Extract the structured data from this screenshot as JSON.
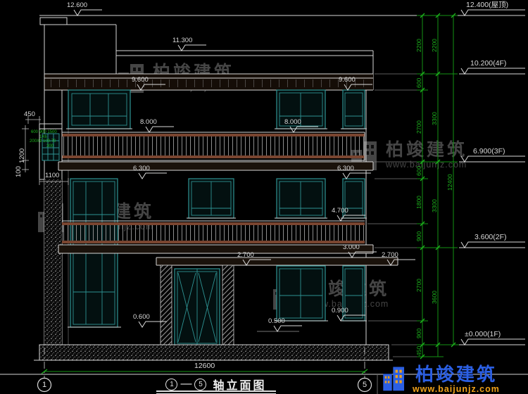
{
  "colors": {
    "teal": "#2e9292",
    "dim_green": "#1db41d",
    "line_white": "#d6d6d6",
    "rail_brown": "#7a4530",
    "logo_blue": "#2b5fe3",
    "logo_yellow": "#f0a21a",
    "watermark_gray": "#575757"
  },
  "watermark": {
    "name": "柏竣建筑",
    "url": "www.baijunjz.com"
  },
  "logo": {
    "name": "柏竣建筑",
    "url": "www.baijunjz.com"
  },
  "titlebar": {
    "axis_start": "1",
    "axis_end": "5",
    "separator": "—",
    "title": "轴立面图"
  },
  "axes": {
    "a1": "1",
    "a5": "5"
  },
  "bottom": {
    "total_width": "12600"
  },
  "levels": {
    "p12600": "12.600",
    "p11300": "11.300",
    "p9600a": "9.600",
    "p9600b": "9.600",
    "p8000a": "8.000",
    "p8000b": "8.000",
    "p6300a": "6.300",
    "p6300b": "6.300",
    "p4700": "4.700",
    "p3000": "3.000",
    "p2700a": "2.700",
    "p2700b": "2.700",
    "p0600": "0.600",
    "p0500": "0.500",
    "p0900": "0.900"
  },
  "right_levels": {
    "roof": "12.400(屋顶)",
    "f4": "10.200(4F)",
    "f3": "6.900(3F)",
    "f2": "3.600(2F)",
    "f1": "±0.000(1F)"
  },
  "right_dims": {
    "chain1": [
      "2200",
      "600",
      "2700",
      "600",
      "1800",
      "900",
      "2700",
      "900",
      "450"
    ],
    "chain2": [
      "2200",
      "3300",
      "3300",
      "3600"
    ],
    "total": "12400"
  },
  "left_dims": {
    "d450": "450",
    "d1200": "1200",
    "d100": "100",
    "d1100": "1100",
    "tiny": [
      "600 900 1500",
      "1X6",
      "200X9 100.70",
      "300"
    ]
  }
}
